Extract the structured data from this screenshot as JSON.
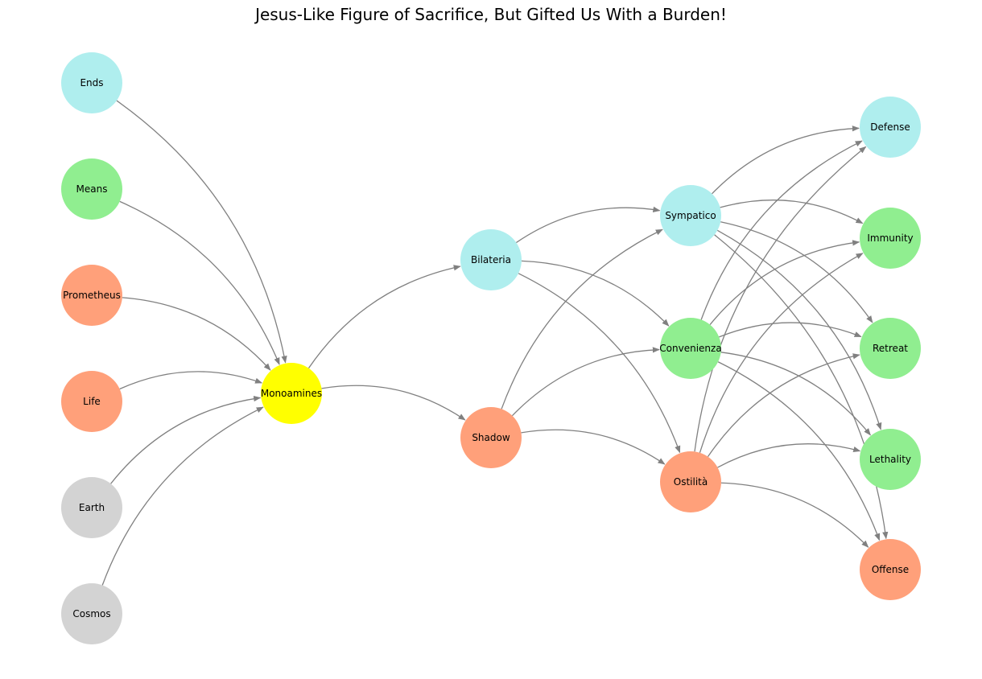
{
  "title": "Jesus-Like Figure of Sacrifice, But Gifted Us With a Burden!",
  "colors": {
    "gray": "#d3d3d3",
    "salmon": "#ffa07a",
    "green": "#90ee90",
    "cyan": "#afeeee",
    "yellow": "#ffff00",
    "edge": "#808080"
  },
  "nodes": [
    {
      "id": "ends",
      "label": "Ends",
      "color": "cyan"
    },
    {
      "id": "means",
      "label": "Means",
      "color": "green"
    },
    {
      "id": "prometheus",
      "label": "Prometheus",
      "color": "salmon"
    },
    {
      "id": "life",
      "label": "Life",
      "color": "salmon"
    },
    {
      "id": "earth",
      "label": "Earth",
      "color": "gray"
    },
    {
      "id": "cosmos",
      "label": "Cosmos",
      "color": "gray"
    },
    {
      "id": "monoamines",
      "label": "Monoamines",
      "color": "yellow"
    },
    {
      "id": "bilateria",
      "label": "Bilateria",
      "color": "cyan"
    },
    {
      "id": "shadow",
      "label": "Shadow",
      "color": "salmon"
    },
    {
      "id": "sympatico",
      "label": "Sympatico",
      "color": "cyan"
    },
    {
      "id": "convenienza",
      "label": "Convenienza",
      "color": "green"
    },
    {
      "id": "ostilita",
      "label": "Ostilità",
      "color": "salmon"
    },
    {
      "id": "defense",
      "label": "Defense",
      "color": "cyan"
    },
    {
      "id": "immunity",
      "label": "Immunity",
      "color": "green"
    },
    {
      "id": "retreat",
      "label": "Retreat",
      "color": "green"
    },
    {
      "id": "lethality",
      "label": "Lethality",
      "color": "green"
    },
    {
      "id": "offense",
      "label": "Offense",
      "color": "salmon"
    }
  ],
  "edges": [
    [
      "ends",
      "monoamines"
    ],
    [
      "means",
      "monoamines"
    ],
    [
      "prometheus",
      "monoamines"
    ],
    [
      "life",
      "monoamines"
    ],
    [
      "earth",
      "monoamines"
    ],
    [
      "cosmos",
      "monoamines"
    ],
    [
      "monoamines",
      "bilateria"
    ],
    [
      "monoamines",
      "shadow"
    ],
    [
      "bilateria",
      "sympatico"
    ],
    [
      "bilateria",
      "convenienza"
    ],
    [
      "bilateria",
      "ostilita"
    ],
    [
      "shadow",
      "sympatico"
    ],
    [
      "shadow",
      "convenienza"
    ],
    [
      "shadow",
      "ostilita"
    ],
    [
      "sympatico",
      "defense"
    ],
    [
      "sympatico",
      "immunity"
    ],
    [
      "sympatico",
      "retreat"
    ],
    [
      "sympatico",
      "lethality"
    ],
    [
      "sympatico",
      "offense"
    ],
    [
      "convenienza",
      "defense"
    ],
    [
      "convenienza",
      "immunity"
    ],
    [
      "convenienza",
      "retreat"
    ],
    [
      "convenienza",
      "lethality"
    ],
    [
      "convenienza",
      "offense"
    ],
    [
      "ostilita",
      "defense"
    ],
    [
      "ostilita",
      "immunity"
    ],
    [
      "ostilita",
      "retreat"
    ],
    [
      "ostilita",
      "lethality"
    ],
    [
      "ostilita",
      "offense"
    ]
  ]
}
